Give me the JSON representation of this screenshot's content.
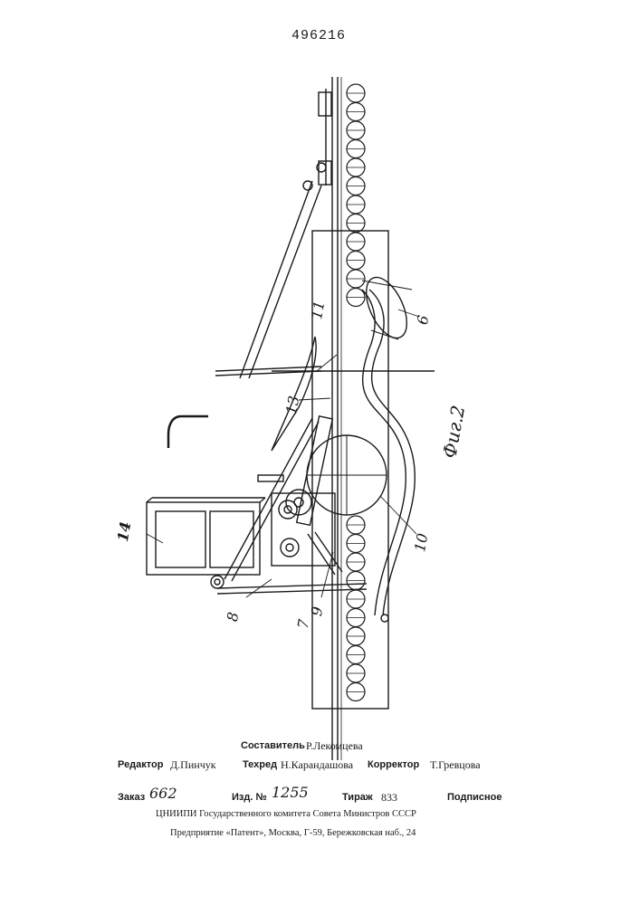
{
  "header": {
    "patent_number": "496216"
  },
  "figure": {
    "caption": "Фиг.2",
    "labels": {
      "l6": "6",
      "l7": "7",
      "l8": "8",
      "l9": "9",
      "l10": "10",
      "l11": "11",
      "l13": "13",
      "l14": "14"
    }
  },
  "credits": {
    "composer_label": "Составитель",
    "composer_name": "Р.Лекомцева",
    "editor_label": "Редактор",
    "editor_name": "Д.Пинчук",
    "techred_label": "Техред",
    "techred_name": "Н.Карандашова",
    "corrector_label": "Корректор",
    "corrector_name": "Т.Гревцова"
  },
  "order": {
    "order_label": "Заказ",
    "order_value": "662",
    "izd_label": "Изд. №",
    "izd_value": "1255",
    "tirazh_label": "Тираж",
    "tirazh_value": "833",
    "podpisnoe": "Подписное"
  },
  "publisher": {
    "line1": "ЦНИИПИ  Государственного  комитета  Совета  Министров  СССР",
    "line2": "Предприятие «Патент», Москва, Г-59, Бережковская наб., 24"
  }
}
